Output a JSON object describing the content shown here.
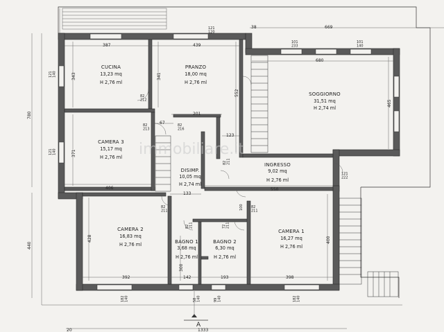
{
  "rooms": [
    {
      "id": "cucina",
      "name": "CUCINA",
      "area": "13,23 mq",
      "height": "H 2,76 ml"
    },
    {
      "id": "pranzo",
      "name": "PRANZO",
      "area": "18,00 mq",
      "height": "H 2,76 ml"
    },
    {
      "id": "soggiorno",
      "name": "SOGGIORNO",
      "area": "31,51 mq",
      "height": "H 2,74 ml"
    },
    {
      "id": "camera3",
      "name": "CAMERA 3",
      "area": "15,17 mq",
      "height": "H 2,76 ml"
    },
    {
      "id": "disimp",
      "name": "DISIMP.",
      "area": "10,05 mq",
      "height": "H 2,74 ml"
    },
    {
      "id": "ingresso",
      "name": "INGRESSO",
      "area": "9,02 mq",
      "height": "H 2,76 ml"
    },
    {
      "id": "camera2",
      "name": "CAMERA 2",
      "area": "16,83 mq",
      "height": "H 2,76 ml"
    },
    {
      "id": "bagno1",
      "name": "BAGNO 1",
      "area": "3,68 mq",
      "height": "H 2,76 ml"
    },
    {
      "id": "bagno2",
      "name": "BAGNO 2",
      "area": "6,30 mq",
      "height": "H 2,76 ml"
    },
    {
      "id": "camera1",
      "name": "CAMERA 1",
      "area": "16,27 mq",
      "height": "H 2,76 ml"
    }
  ],
  "dimensions": {
    "d387": "387",
    "d439": "439",
    "d669": "669",
    "d38": "38",
    "d680": "680",
    "d343": "343",
    "d341": "341",
    "d552": "552",
    "d465": "465",
    "d371": "371",
    "d201": "201",
    "d123": "123",
    "d67": "67",
    "d406": "406",
    "d550": "550",
    "d133": "133",
    "d428": "428",
    "d400": "400",
    "d392": "392",
    "d142": "142",
    "d193": "193",
    "d398": "398",
    "d300": "300",
    "d780": "780",
    "d440": "440",
    "d1333": "1333",
    "d20": "20"
  },
  "small_labels": {
    "w121_140_a": "121\n140",
    "w121_140_b": "121\n140",
    "w82_212": "82\n212",
    "w82_213": "82\n213",
    "w82_216": "82\n216",
    "w82_211_a": "82\n211",
    "w82_211_b": "82\n211",
    "w82_211_c": "82\n211",
    "w82_211_d": "82\n211",
    "w82_211_e": "82\n211",
    "w72_211": "72\n211",
    "w100_120": "100",
    "w101_140": "101\n140",
    "w121_222": "121\n222",
    "w121_120": "121\n120",
    "w101_233": "101\n233",
    "w182_140_a": "182\n140",
    "w182_140_b": "182\n140",
    "w58_140": "58\n140",
    "w99_140": "99\n140"
  },
  "section_marker": "A",
  "watermark": "immobiliare.it"
}
